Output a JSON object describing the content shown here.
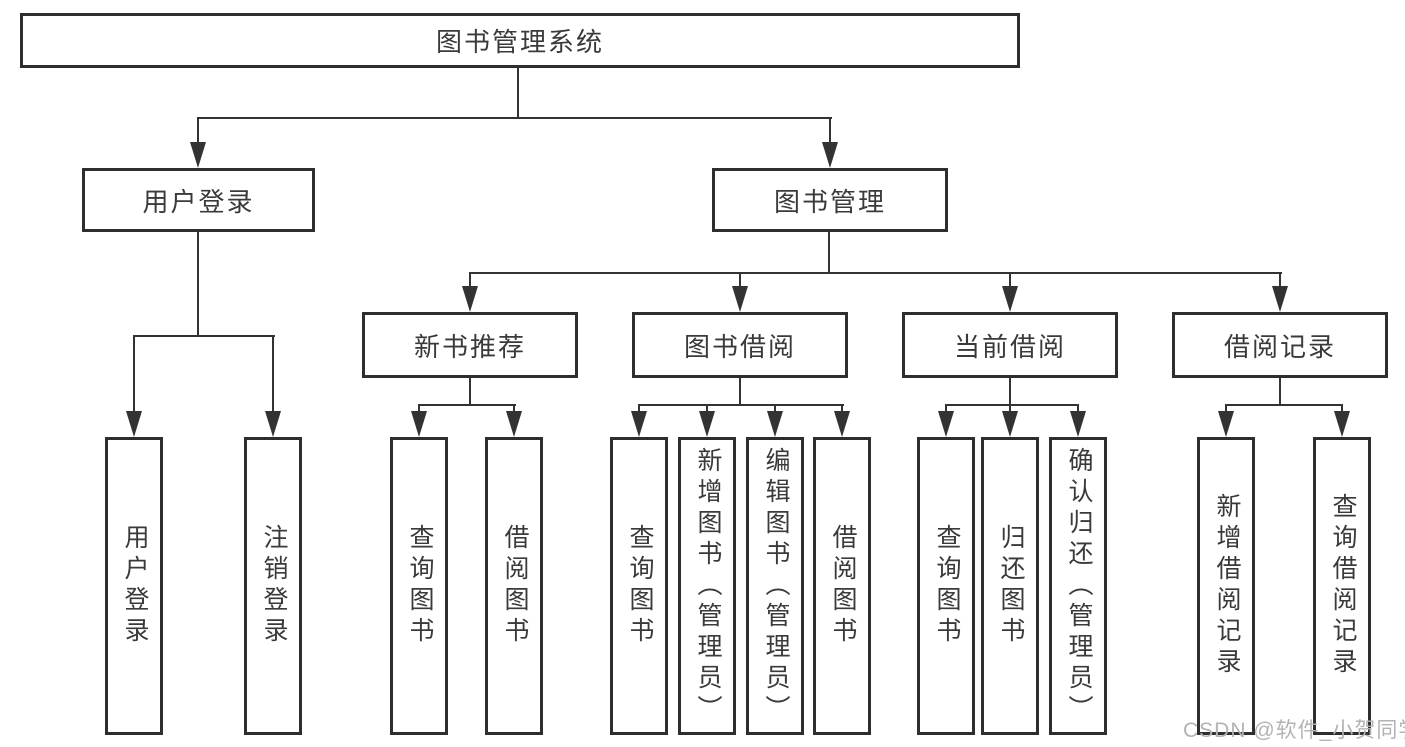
{
  "diagram": {
    "root": "图书管理系统",
    "level2": {
      "user_login": "用户登录",
      "book_management": "图书管理"
    },
    "modules": {
      "new_books": "新书推荐",
      "book_borrow": "图书借阅",
      "current_borrow": "当前借阅",
      "borrow_records": "借阅记录"
    },
    "leaves": {
      "login": "用户登录",
      "logout": "注销登录",
      "nb_query": "查询图书",
      "nb_borrow": "借阅图书",
      "bb_query": "查询图书",
      "bb_add": "新增图书（管理员）",
      "bb_edit": "编辑图书（管理员）",
      "bb_borrow": "借阅图书",
      "cb_query": "查询图书",
      "cb_return": "归还图书",
      "cb_confirm": "确认归还（管理员）",
      "br_add": "新增借阅记录",
      "br_query": "查询借阅记录"
    }
  },
  "colors": {
    "line": "#333333",
    "box_border": "#2e2e2e",
    "text": "#3a3a3a",
    "watermark": "#b3b3b3"
  },
  "watermark": "CSDN @软件_小贺同学"
}
